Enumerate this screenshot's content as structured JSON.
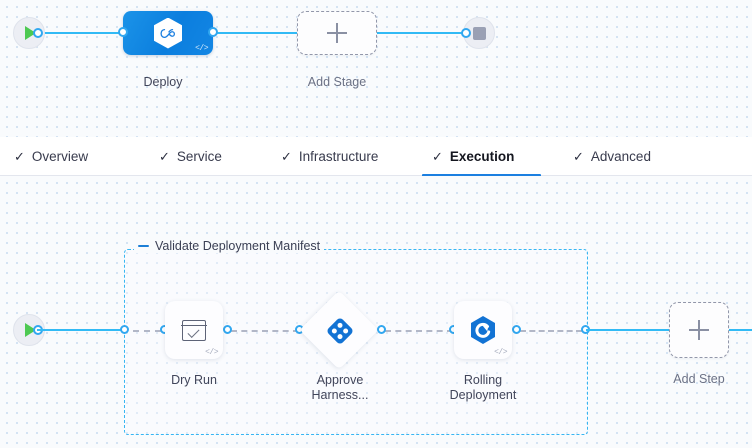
{
  "stage_canvas": {
    "start_node": {
      "icon": "play-triangle-icon",
      "label": ""
    },
    "end_node": {
      "icon": "stop-square-icon",
      "label": ""
    },
    "stage": {
      "name": "Deploy",
      "icon": "harness-infinity-hexagon-icon",
      "code_badge": "</>",
      "accent_color": "#0b7ede"
    },
    "add_stage": {
      "label": "Add Stage",
      "icon": "plus-icon"
    }
  },
  "tabs": {
    "items": [
      {
        "label": "Overview",
        "icon": "check-icon",
        "active": false
      },
      {
        "label": "Service",
        "icon": "check-icon",
        "active": false
      },
      {
        "label": "Infrastructure",
        "icon": "check-icon",
        "active": false
      },
      {
        "label": "Execution",
        "icon": "check-icon",
        "active": true
      },
      {
        "label": "Advanced",
        "icon": "check-icon",
        "active": false
      }
    ],
    "active_underline_color": "#1b7fe0"
  },
  "step_canvas": {
    "start_node": {
      "icon": "play-triangle-icon"
    },
    "group": {
      "title": "Validate Deployment Manifest",
      "collapse_icon": "collapse-dash-icon",
      "border_color": "#38b6f2"
    },
    "steps": [
      {
        "name": "Dry Run",
        "icon": "window-check-icon",
        "shape": "rounded-card",
        "code_badge": "</>"
      },
      {
        "name": "Approve\nHarness...",
        "label_line1": "Approve",
        "label_line2": "Harness...",
        "icon": "harness-approval-diamond-icon",
        "shape": "diamond"
      },
      {
        "name": "Rolling\nDeployment",
        "label_line1": "Rolling",
        "label_line2": "Deployment",
        "icon": "rolling-deployment-hexagon-icon",
        "shape": "rounded-card",
        "code_badge": "</>"
      }
    ],
    "add_step": {
      "label": "Add Step",
      "icon": "plus-icon"
    }
  }
}
